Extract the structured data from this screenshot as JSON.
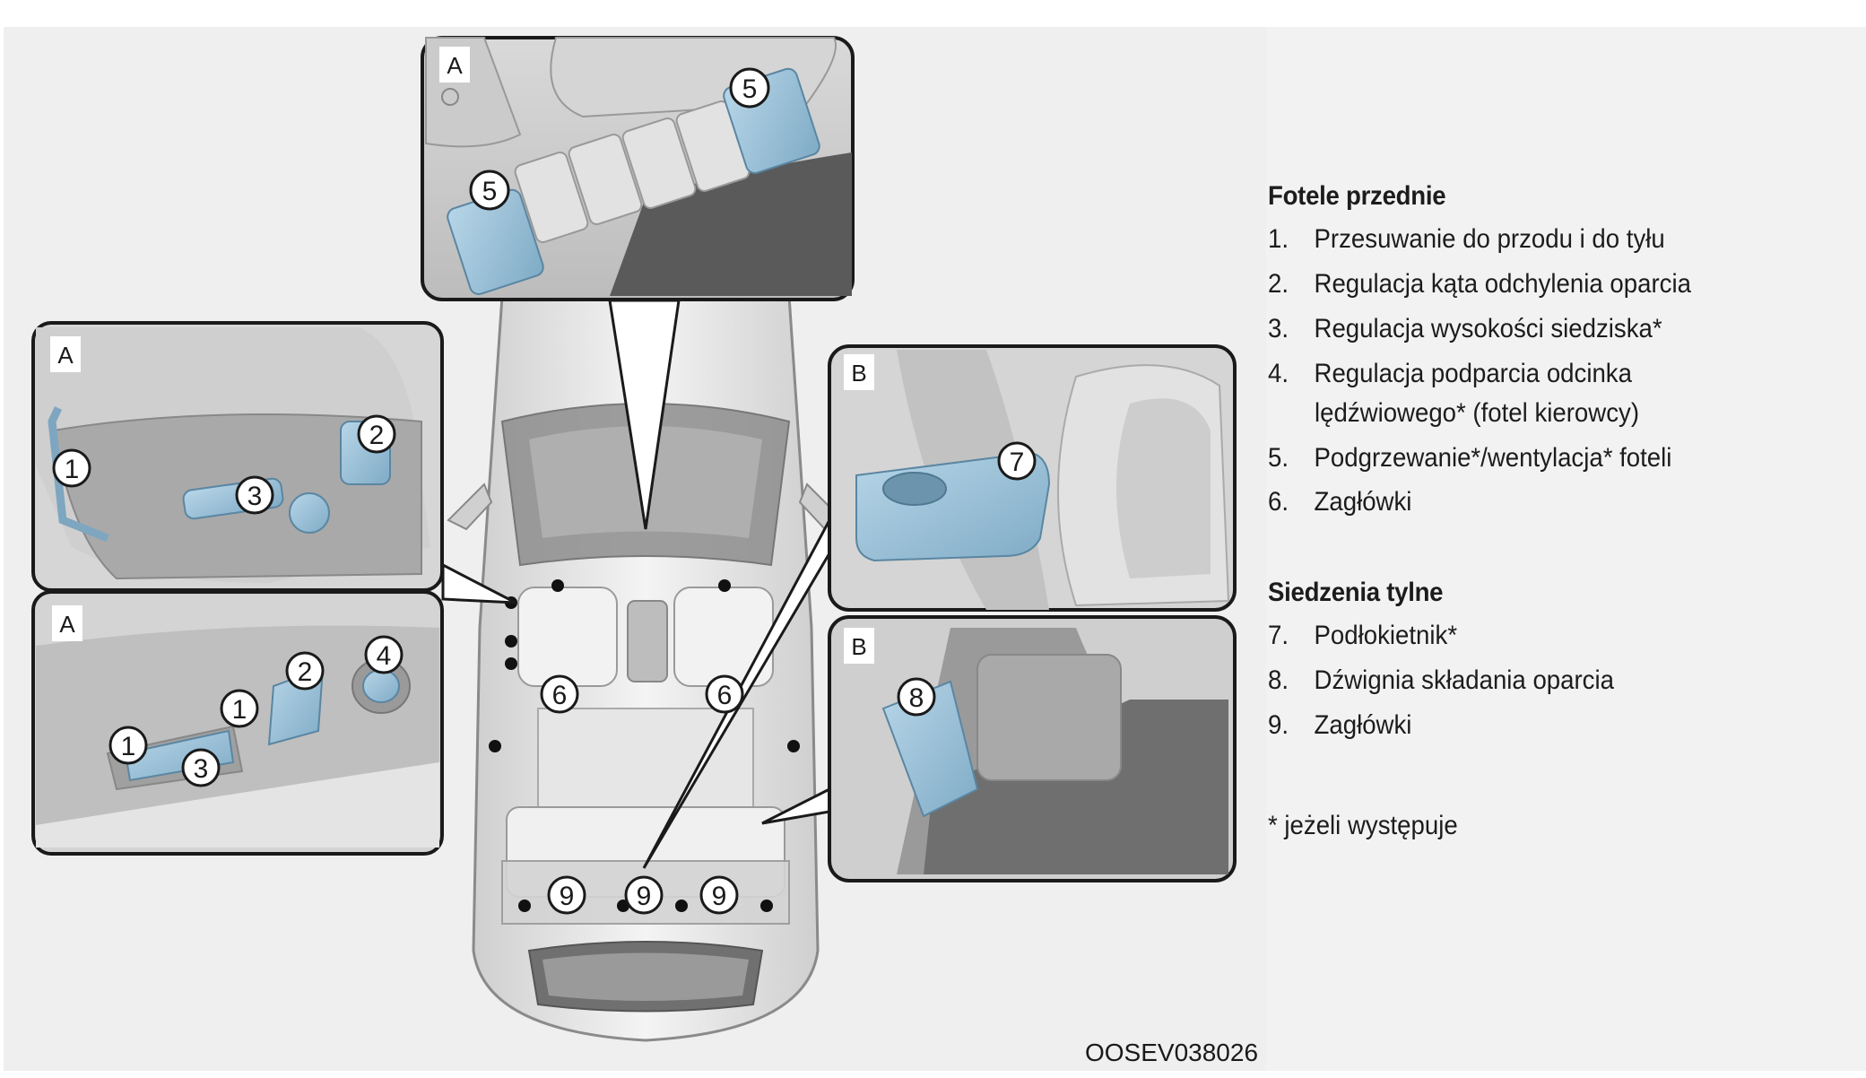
{
  "figure": {
    "image_code": "OOSEV038026",
    "panel_labels": {
      "a1": "A",
      "a2": "A",
      "a3": "A",
      "b1": "B",
      "b2": "B"
    },
    "callouts": {
      "top_5_left": "5",
      "top_5_right": "5",
      "a1_1": "1",
      "a1_2": "2",
      "a1_3": "3",
      "a2_1a": "1",
      "a2_1b": "1",
      "a2_2": "2",
      "a2_3": "3",
      "a2_4": "4",
      "b1_7": "7",
      "b2_8": "8",
      "car_6_left": "6",
      "car_6_right": "6",
      "car_9_left": "9",
      "car_9_mid": "9",
      "car_9_right": "9"
    },
    "colors": {
      "highlight": "#9cc4dc",
      "outline": "#1a1a1a",
      "background": "#efefef"
    }
  },
  "legend": {
    "front_title": "Fotele przednie",
    "front_items": [
      {
        "num": "1.",
        "text": "Przesuwanie do przodu i do tyłu"
      },
      {
        "num": "2.",
        "text": "Regulacja kąta odchylenia oparcia"
      },
      {
        "num": "3.",
        "text": "Regulacja wysokości siedziska*"
      },
      {
        "num": "4.",
        "text": "Regulacja podparcia odcinka",
        "cont": "lędźwiowego* (fotel kierowcy)"
      },
      {
        "num": "5.",
        "text": "Podgrzewanie*/wentylacja* foteli"
      },
      {
        "num": "6.",
        "text": "Zagłówki"
      }
    ],
    "rear_title": "Siedzenia tylne",
    "rear_items": [
      {
        "num": "7.",
        "text": "Podłokietnik*"
      },
      {
        "num": "8.",
        "text": "Dźwignia składania oparcia"
      },
      {
        "num": "9.",
        "text": "Zagłówki"
      }
    ],
    "footnote": "* jeżeli występuje"
  }
}
